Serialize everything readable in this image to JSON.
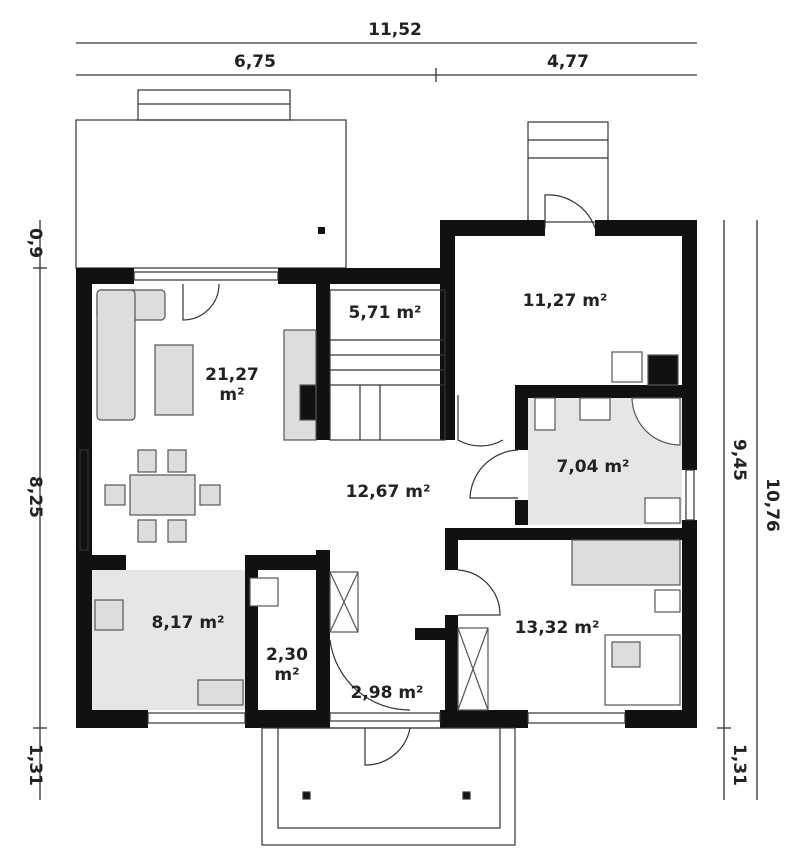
{
  "dimensions": {
    "top_total": "11,52",
    "top_left": "6,75",
    "top_right": "4,77",
    "left_top": "0,9",
    "left_middle": "8,25",
    "left_bottom": "1,31",
    "right_inner": "9,45",
    "right_outer": "10,76",
    "right_bottom": "1,31"
  },
  "rooms": {
    "living": "21,27",
    "living_unit": "m²",
    "stairs": "5,71 m²",
    "room_top_right": "11,27 m²",
    "bathroom": "7,04 m²",
    "hall": "12,67 m²",
    "kitchen": "8,17 m²",
    "pantry": "2,30",
    "pantry_unit": "m²",
    "vestibule": "2,98 m²",
    "bedroom": "13,32 m²"
  },
  "colors": {
    "wall": "#111111",
    "floor_tile": "#e6e6e6"
  }
}
